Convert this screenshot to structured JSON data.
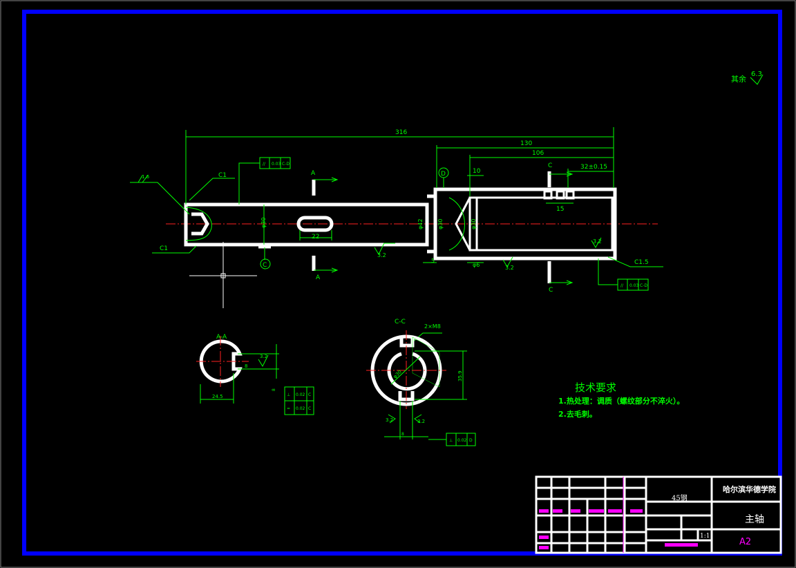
{
  "colors": {
    "frame": "#0000ff",
    "part": "#ffffff",
    "dimension": "#00ff00",
    "centerline": "#ff2020",
    "title_field": "#ff00ff"
  },
  "surface_note": {
    "label": "其余",
    "value": "6.3"
  },
  "dims": {
    "overall": "316",
    "len130": "130",
    "len106": "106",
    "len32": "32±0.15",
    "len10": "10",
    "len15": "15",
    "len22": "22",
    "len6": "φ6",
    "len5": "5",
    "dia_shaft": "φ30",
    "dia42": "φ42",
    "dia30": "φ30",
    "dia_bore": "φ30",
    "c1_top": "C1",
    "c1_left": "C1",
    "c15": "C1.5",
    "rough_32a": "3.2",
    "rough_32b": "3.2",
    "rough_32c": "3.2",
    "rough_32d": "3.2",
    "rough_32e": "3.2",
    "rough_32f": "3.2",
    "rough_left": "1.6",
    "tol_a": [
      "//",
      "0.03",
      "C-D"
    ],
    "tol_b": [
      "//",
      "0.03",
      "C-D"
    ],
    "tol_c": [
      "⊥",
      "0.02",
      "C",
      "=",
      "0.02",
      "C"
    ],
    "tol_d": [
      "⊥",
      "0.02",
      "D"
    ],
    "section_aa_mark": "A",
    "section_cc_mark": "C",
    "datum_c": "C",
    "datum_d": "D",
    "aa_width": "24.5",
    "aa_key": "8",
    "cc_title": "C-C",
    "cc_thread": "2×M8",
    "cc_dim": "35.9",
    "cc_dia": "φ30",
    "cc_key": "8",
    "aa_key_tol": "8"
  },
  "section_titles": {
    "aa": "A-A",
    "cc": "C-C"
  },
  "tech_requirements": {
    "title": "技术要求",
    "items": [
      "1.热处理：调质（螺纹部分不淬火）。",
      "2.去毛刺。"
    ]
  },
  "title_block": {
    "material": "45钢",
    "school": "哈尔滨华德学院",
    "part_name": "主轴",
    "sheet_size": "A2",
    "scale": "1:1"
  }
}
